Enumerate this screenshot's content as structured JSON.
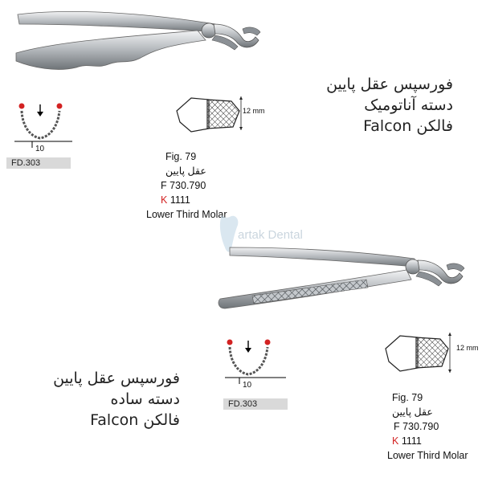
{
  "products": [
    {
      "title_lines": [
        "فورسپس عقل پایین",
        "دسته آناتومیک",
        "فالکن Falcon"
      ],
      "fig": "Fig. 79",
      "fig_sub": "عقل پایین",
      "ref_code": "F 730.790",
      "k_prefix": "K",
      "k_value": "1111",
      "description": "Lower Third Molar",
      "dimension": "12 mm",
      "tooth_label": "10",
      "fd_code": "FD.303"
    },
    {
      "title_lines": [
        "فورسپس عقل پایین",
        "دسته ساده",
        "فالکن Falcon"
      ],
      "fig": "Fig. 79",
      "fig_sub": "عقل پایین",
      "ref_code": "F 730.790",
      "k_prefix": "K",
      "k_value": "1111",
      "description": "Lower Third Molar",
      "dimension": "12 mm",
      "tooth_label": "10",
      "fd_code": "FD.303"
    }
  ],
  "watermark": "artak Dental",
  "colors": {
    "accent_red": "#d32222",
    "badge_gray": "#d9d9d9",
    "steel": "#a9adb2"
  }
}
